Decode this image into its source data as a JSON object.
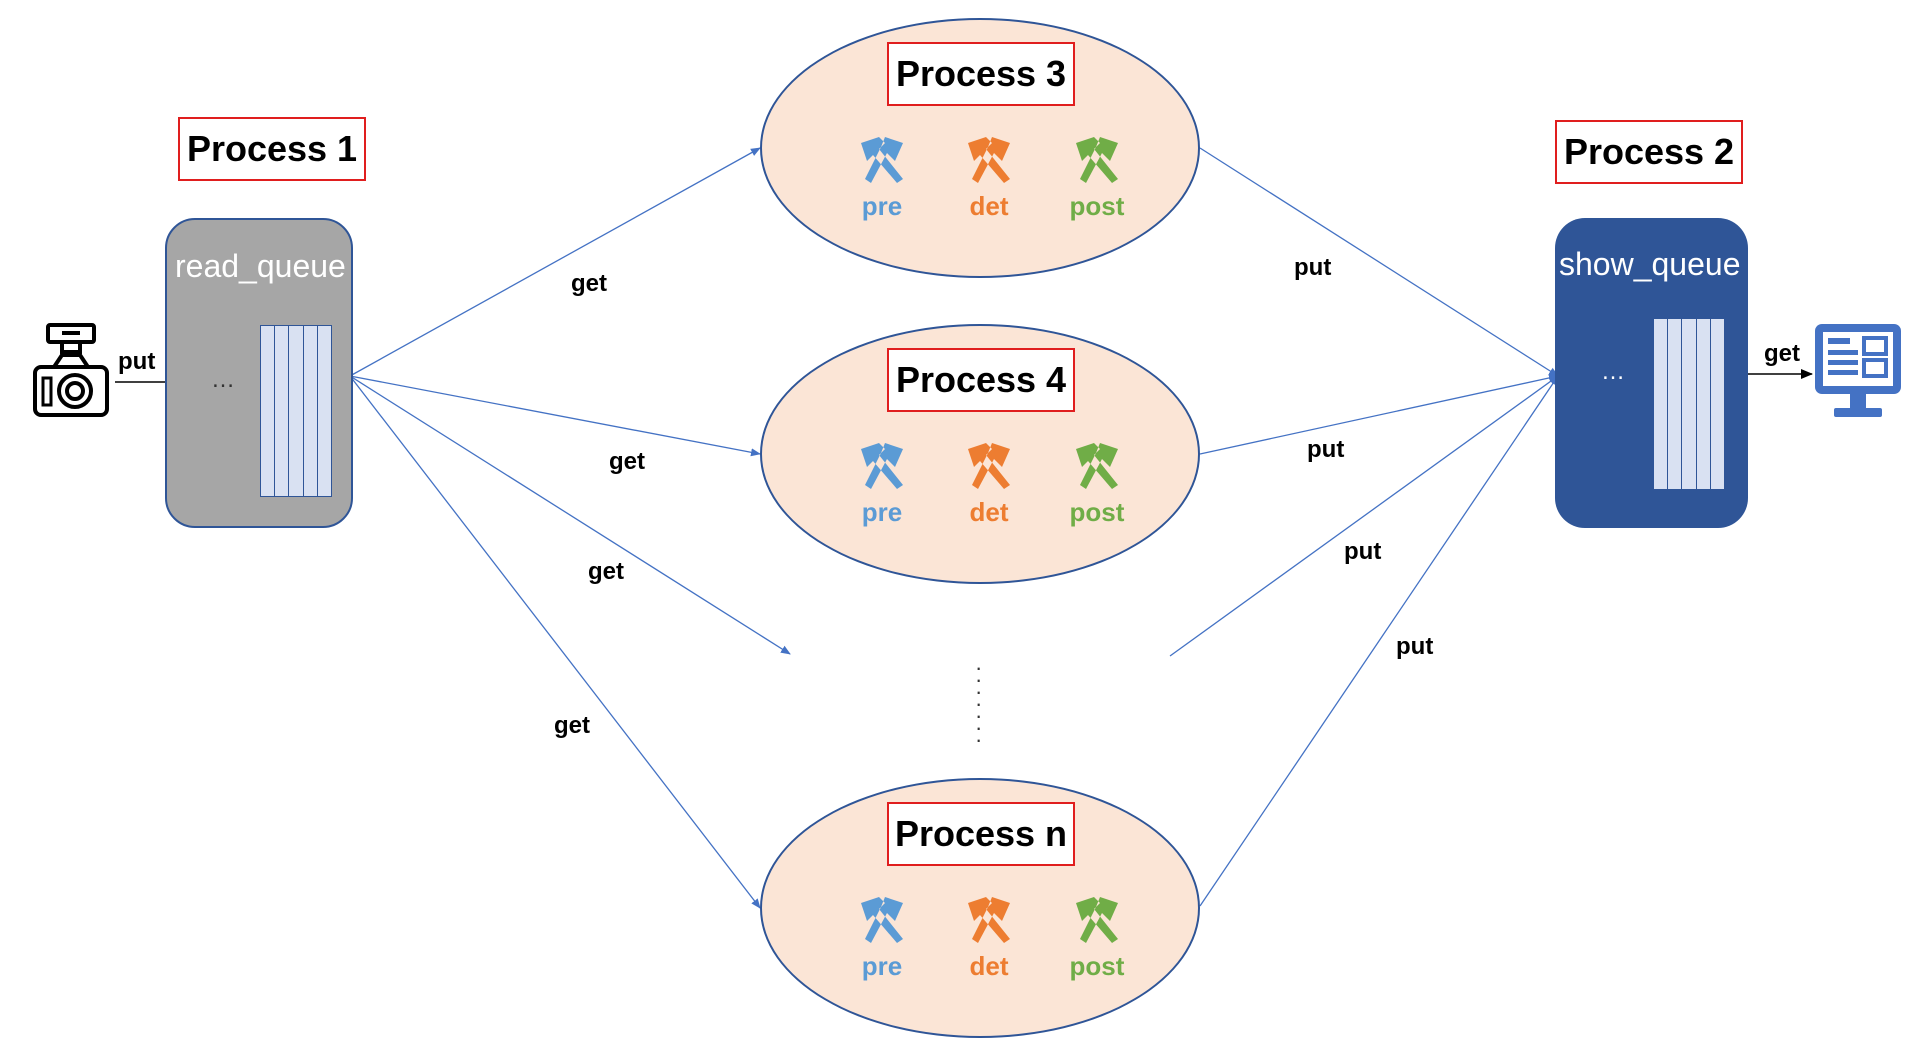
{
  "colors": {
    "title_border": "#e01e1e",
    "read_queue_fill": "#a6a6a6",
    "show_queue_fill": "#2f5597",
    "ellipse_fill": "#fbe5d6",
    "arrow": "#4472c4",
    "pre": "#5b9bd5",
    "det": "#ed7d31",
    "post": "#70ad47"
  },
  "titles": {
    "process1": "Process 1",
    "process2": "Process 2",
    "process3": "Process 3",
    "process4": "Process 4",
    "processn": "Process n"
  },
  "queues": {
    "read": "read_queue",
    "show": "show_queue",
    "ellipsis": "…"
  },
  "stages": {
    "pre": "pre",
    "det": "det",
    "post": "post"
  },
  "icons": {
    "camera": "camera-icon",
    "monitor": "monitor-icon",
    "tools": "hammer-pick-icon"
  },
  "edges": {
    "put_camera": "put",
    "get_p3": "get",
    "get_p4": "get",
    "get_mid": "get",
    "get_pn": "get",
    "put_p3": "put",
    "put_p4": "put",
    "put_mid": "put",
    "put_pn": "put",
    "get_show": "get"
  },
  "vertical_ellipsis": "⋮"
}
